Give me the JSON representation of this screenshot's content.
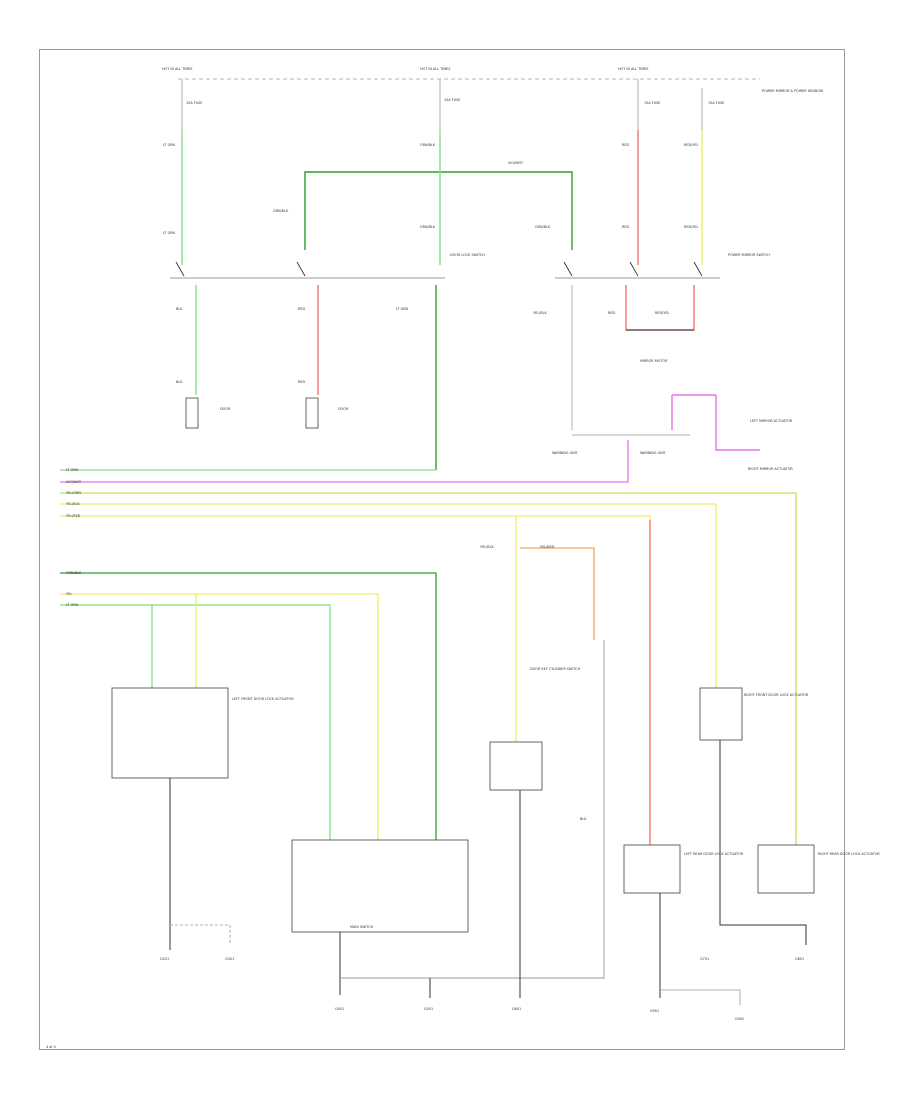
{
  "colors": {
    "lt_green": "#7fe27f",
    "green": "#2e9e2e",
    "red": "#f27272",
    "yellow": "#eded6a",
    "yellow_green": "#c4e25a",
    "violet": "#e673e6",
    "orange": "#f2a65a",
    "gray": "#bdbdbd",
    "black": "#333333",
    "frame": "#9a9a9a"
  },
  "labels": {
    "hot_a": "HOT IN ALL TIMES",
    "hot_b": "HOT IN ALL TIMES",
    "hot_c": "HOT IN ALL TIMES",
    "fuse_a": "15A FUSE",
    "fuse_b": "15A FUSE",
    "fuse_c": "15A FUSE",
    "fuse_d": "15A FUSE",
    "power_mirror_title": "POWER MIRROR & POWER WINDOW",
    "door_lock_sw_l": "DOOR LOCK SWITCH",
    "door_lock_sw_r": "POWER MIRROR SWITCH",
    "mirror_motor": "MIRROR MOTOR",
    "door_ajar": "DOOR",
    "door_ajar_2": "DOOR",
    "warn_unit": "WARNING UNIT",
    "warn_unit_2": "WARNING UNIT",
    "left_mirror": "LEFT MIRROR ACTUATOR",
    "right_mirror": "RIGHT MIRROR ACTUATOR",
    "main_switch": "MAIN SWITCH",
    "lock_actuator_l": "LEFT FRONT DOOR LOCK ACTUATOR",
    "lock_actuator_r": "RIGHT FRONT DOOR LOCK ACTUATOR",
    "rear_actuator_l": "LEFT REAR DOOR LOCK ACTUATOR",
    "rear_actuator_r": "RIGHT REAR DOOR LOCK ACTUATOR",
    "key_switch": "DOOR KEY CYLINDER SWITCH",
    "ground_1": "G201",
    "ground_2": "G301",
    "ground_3": "G401",
    "ground_4": "G501",
    "ground_5": "G601",
    "ground_6": "G701",
    "ground_7": "G801",
    "ground_8": "G901",
    "ground_9": "G902",
    "page_ref": "4 of 4"
  },
  "wires": {
    "w1": "LT GRN",
    "w2": "GRN/BLK",
    "w3": "RED",
    "w4": "RED/YEL",
    "w5": "VIO/WHT",
    "w6": "YEL/BLK",
    "w7": "YEL/RED",
    "w8": "YEL/GRN",
    "w9": "BLK",
    "w10": "YEL"
  }
}
